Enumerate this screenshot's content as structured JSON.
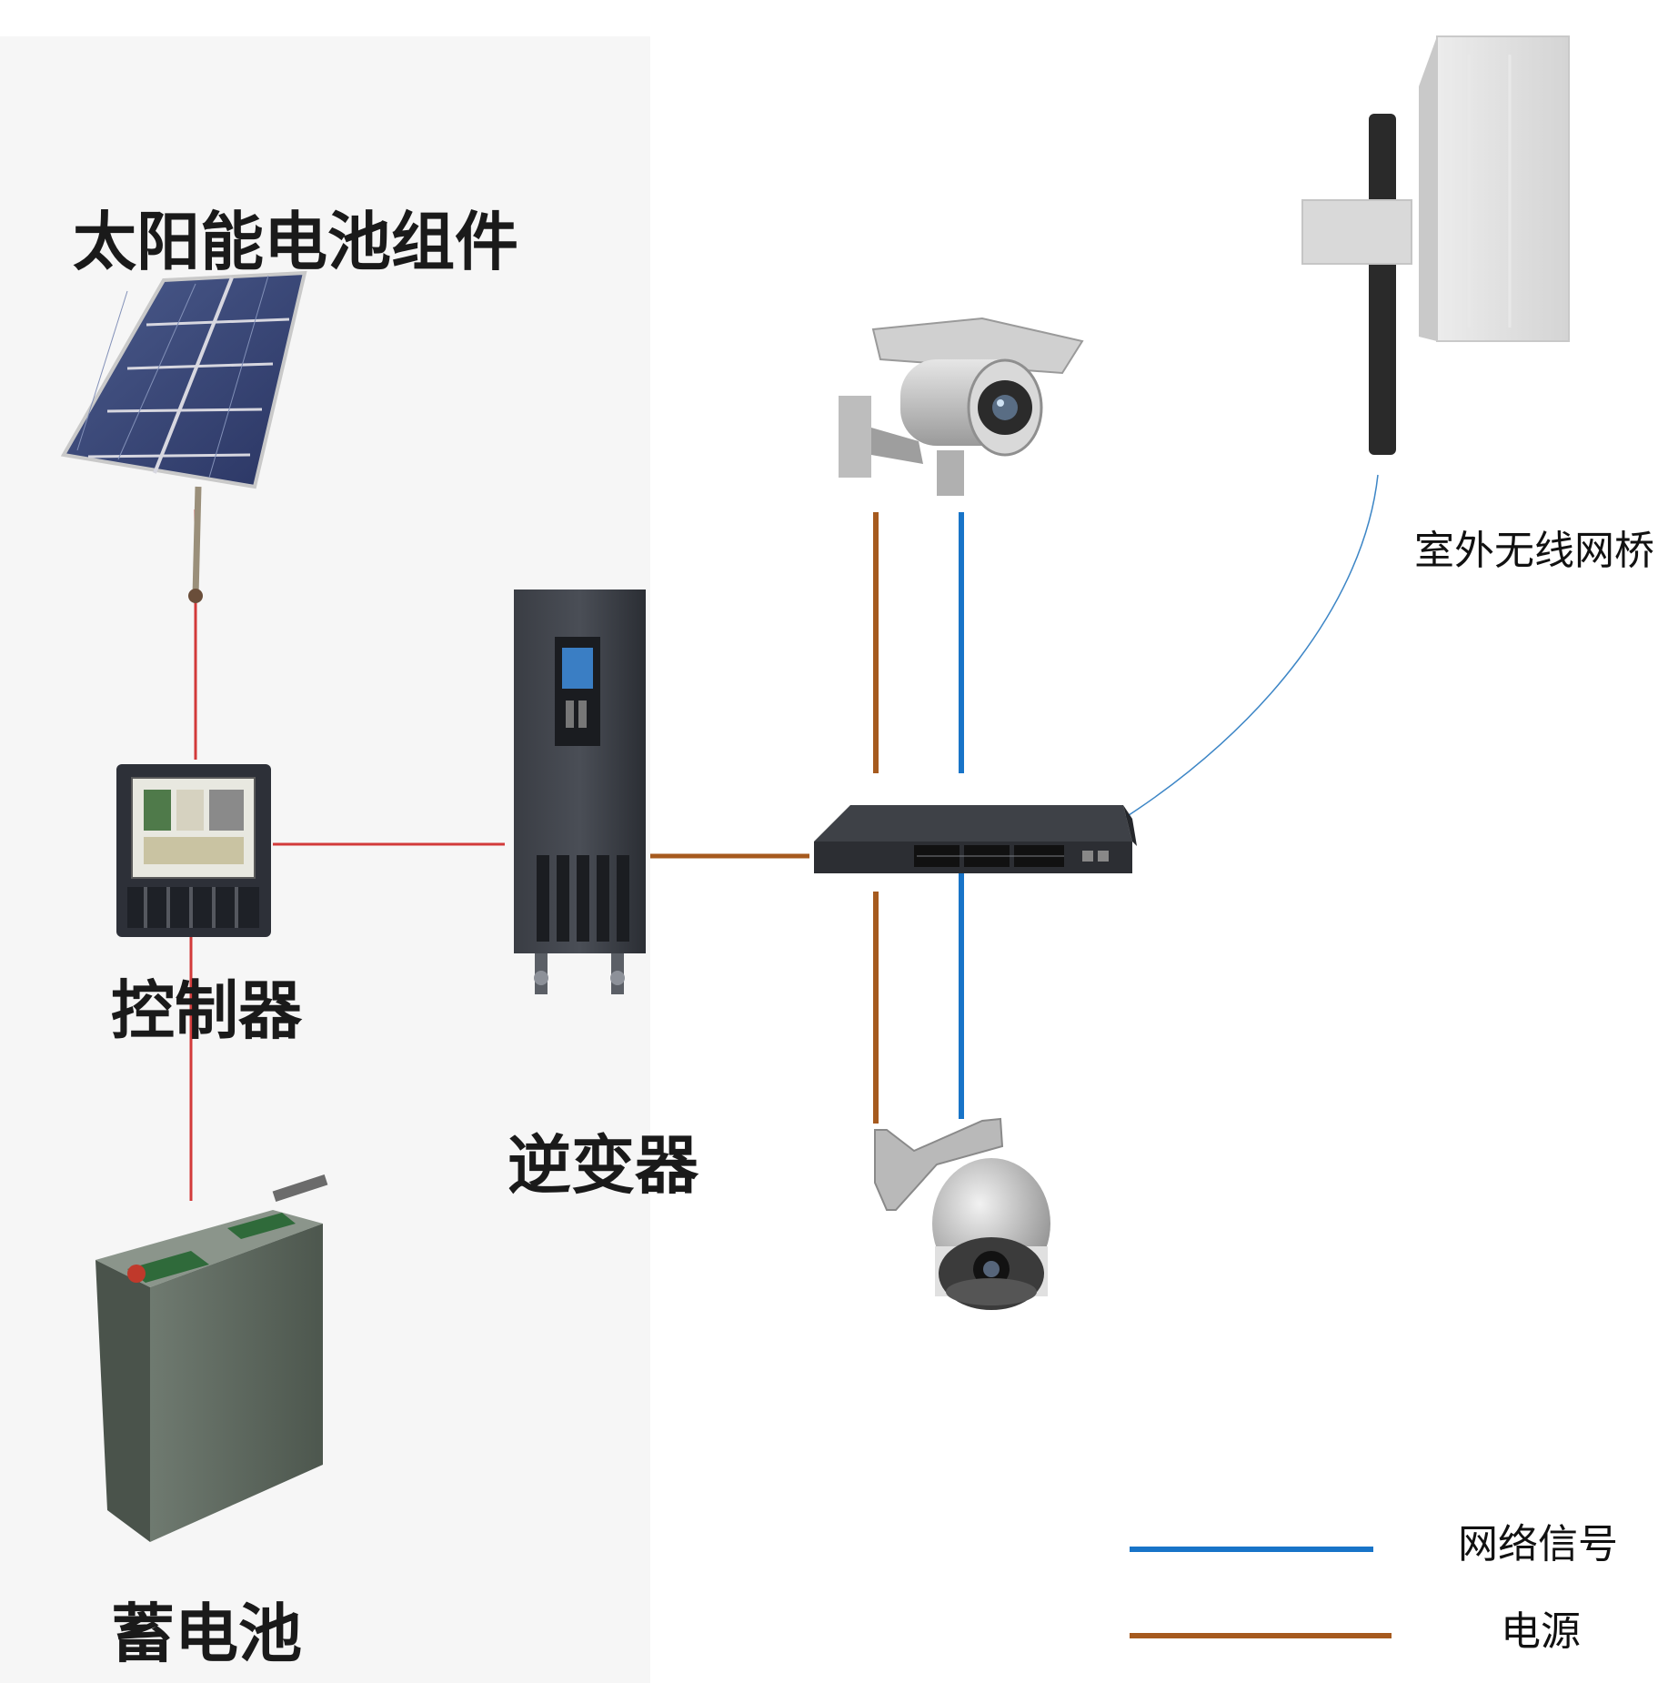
{
  "labels": {
    "solar": "太阳能电池组件",
    "controller": "控制器",
    "battery": "蓄电池",
    "inverter": "逆变器",
    "bridge": "室外无线网桥"
  },
  "legend": {
    "network": "网络信号",
    "power": "电源"
  },
  "colors": {
    "network": "#1874c8",
    "power": "#a65a1e",
    "dc_wire": "#d23a3a",
    "bridge_link": "#3d86c6"
  }
}
